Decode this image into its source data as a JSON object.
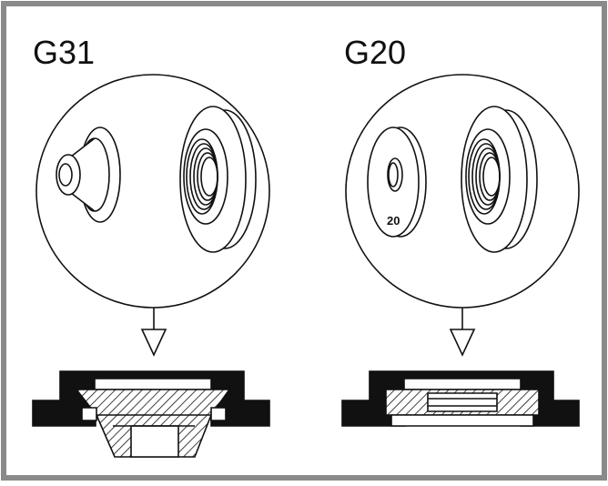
{
  "panels": {
    "left": {
      "title": "G31"
    },
    "right": {
      "title": "G20"
    }
  },
  "detail_right": {
    "washer_mark": "20"
  },
  "colors": {
    "frame": "#8a8a8a",
    "line": "#111111",
    "solid_fill": "#111111",
    "paper": "#ffffff"
  }
}
